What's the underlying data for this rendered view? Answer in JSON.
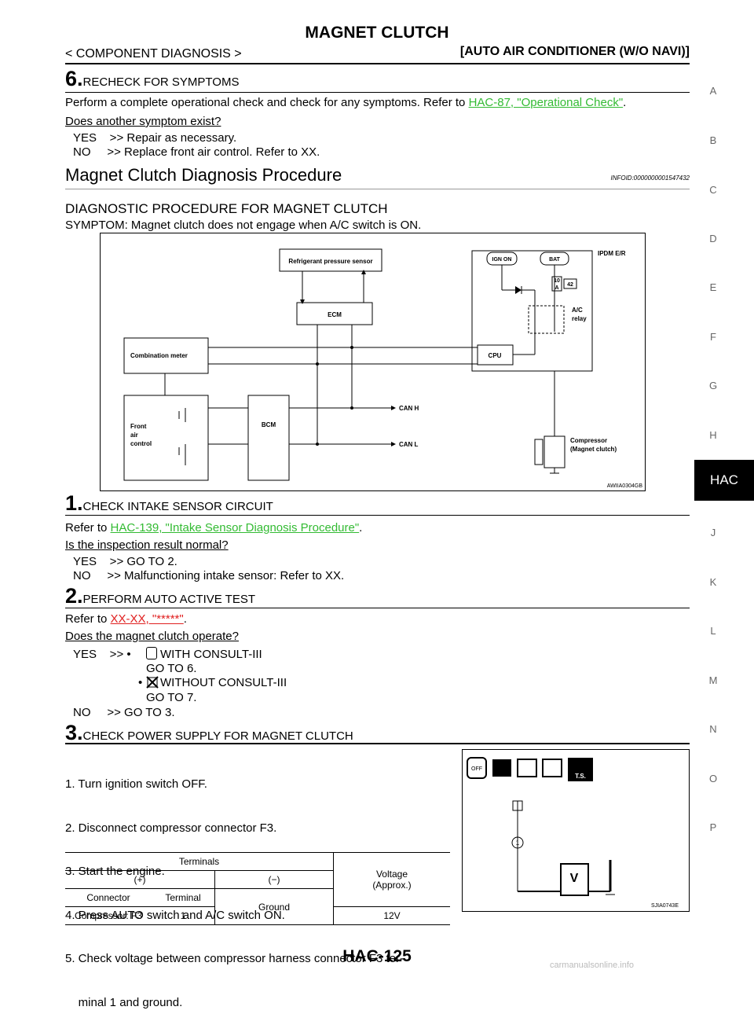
{
  "header": {
    "title": "MAGNET CLUTCH",
    "breadcrumb": "< COMPONENT DIAGNOSIS >",
    "section": "[AUTO AIR CONDITIONER (W/O NAVI)]"
  },
  "step6": {
    "num": "6.",
    "title": "RECHECK FOR SYMPTOMS",
    "body": "Perform a complete operational check and check for any symptoms. Refer to ",
    "link": "HAC-87, \"Operational Check\"",
    "after": ".",
    "question": "Does another symptom exist?",
    "yes": "YES    >> Repair as necessary.",
    "no": "NO     >> Replace front air control. Refer to XX."
  },
  "section_title": "Magnet Clutch Diagnosis Procedure",
  "infoid": "INFOID:0000000001547432",
  "procedure_title": "DIAGNOSTIC PROCEDURE FOR MAGNET CLUTCH",
  "symptom": "SYMPTOM: Magnet clutch does not engage when A/C switch is ON.",
  "diagram1": {
    "refrigerant": "Refrigerant pressure sensor",
    "ecm": "ECM",
    "combination_meter": "Combination meter",
    "front_air": "Front",
    "front_air2": "air",
    "front_air3": "control",
    "bcm": "BCM",
    "ipdm": "IPDM E/R",
    "ign_on": "IGN ON",
    "bat": "BAT",
    "fuse_10": "10",
    "fuse_a": "A",
    "fuse_42": "42",
    "ac_relay": "A/C",
    "ac_relay2": "relay",
    "cpu": "CPU",
    "can_h": "CAN H",
    "can_l": "CAN L",
    "compressor": "Compressor",
    "compressor2": "(Magnet clutch)",
    "code": "AWIIA0304GB"
  },
  "step1": {
    "num": "1.",
    "title": "CHECK INTAKE SENSOR CIRCUIT",
    "body": "Refer to ",
    "link": "HAC-139, \"Intake Sensor Diagnosis Procedure\"",
    "after": ".",
    "question": "Is the inspection result normal?",
    "yes": "YES    >> GO TO 2.",
    "no": "NO     >> Malfunctioning intake sensor: Refer to XX."
  },
  "step2": {
    "num": "2.",
    "title": "PERFORM AUTO ACTIVE TEST",
    "body": "Refer to ",
    "link": "XX-XX, \"*****\"",
    "after": ".",
    "question": "Does the magnet clutch operate?",
    "yes_prefix": "YES    >> •",
    "with_consult": "WITH CONSULT-III",
    "goto6": "GO TO 6.",
    "bullet": "•",
    "without_consult": "WITHOUT CONSULT-III",
    "goto7": "GO TO 7.",
    "no": "NO     >> GO TO 3."
  },
  "step3": {
    "num": "3.",
    "title": "CHECK POWER SUPPLY FOR MAGNET CLUTCH",
    "items": [
      "1. Turn ignition switch OFF.",
      "2. Disconnect compressor connector F3.",
      "3. Start the engine.",
      "4. Press AUTO switch and A/C switch ON.",
      "5. Check voltage between compressor harness connector F3 ter-",
      "    minal 1 and ground."
    ]
  },
  "table": {
    "terminals": "Terminals",
    "plus": "(+)",
    "minus": "(−)",
    "voltage": "Voltage",
    "approx": "(Approx.)",
    "connector": "Connector",
    "terminal": "Terminal",
    "ground": "Ground",
    "row_connector": "Compressor: F3",
    "row_terminal": "1",
    "row_voltage": "12V"
  },
  "diagram2": {
    "code": "SJIA0743E",
    "ts": "T.S.",
    "off": "OFF",
    "v": "V",
    "pin": "1"
  },
  "sidebar": [
    "A",
    "B",
    "C",
    "D",
    "E",
    "F",
    "G",
    "H",
    "HAC",
    "J",
    "K",
    "L",
    "M",
    "N",
    "O",
    "P"
  ],
  "footer": "HAC-125",
  "watermark": "carmanualsonline.info"
}
